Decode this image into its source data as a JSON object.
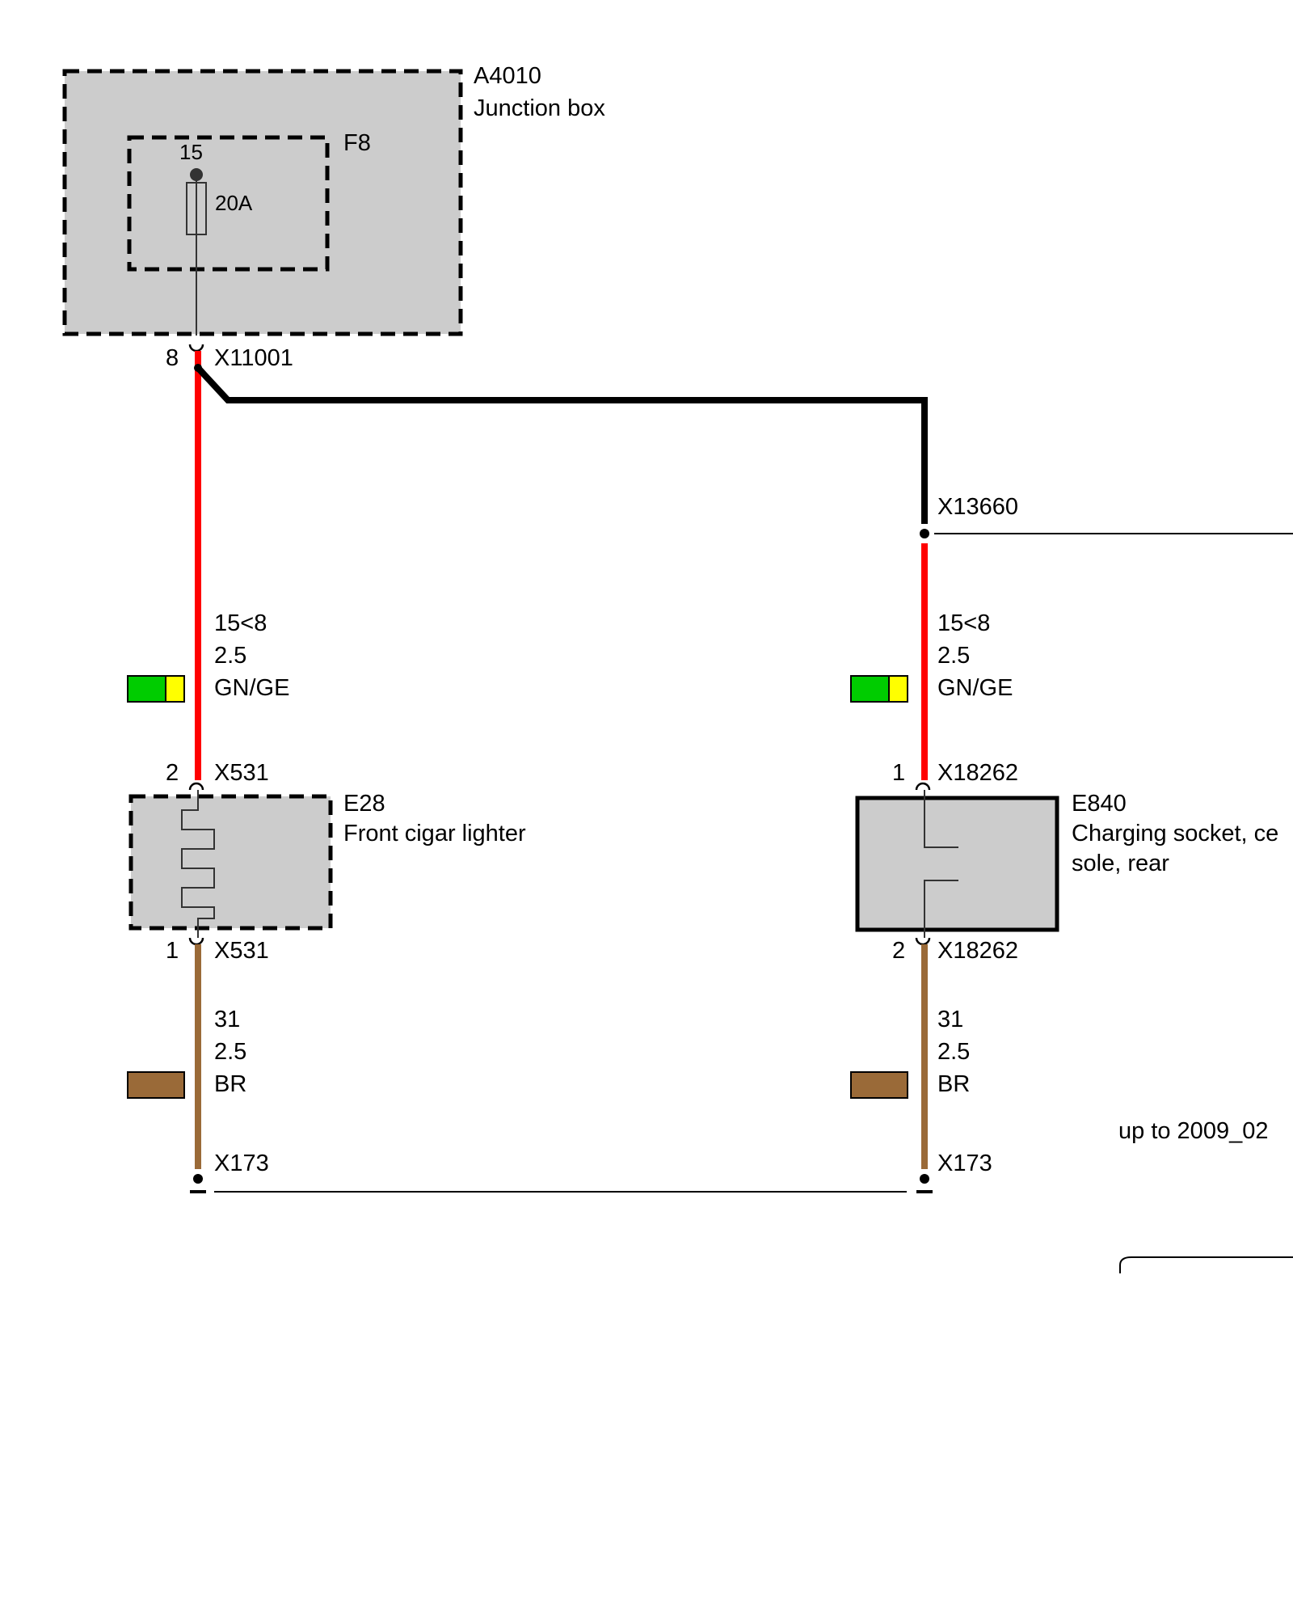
{
  "colors": {
    "wire_red": "#ff0000",
    "wire_black": "#000000",
    "wire_brown": "#9a6a38",
    "module_fill": "#cccccc",
    "swatch_green": "#00cc00",
    "swatch_yellow": "#ffff00",
    "swatch_brown": "#9a6a38"
  },
  "components": {
    "junction_box": {
      "id": "A4010",
      "name": "Junction box"
    },
    "fuse": {
      "id": "F8",
      "terminal": "15",
      "rating": "20A"
    },
    "cigar_lighter": {
      "id": "E28",
      "name": "Front cigar lighter"
    },
    "charging_socket": {
      "id": "E840",
      "name_line1": "Charging socket, ce",
      "name_line2": "sole, rear"
    }
  },
  "connectors": {
    "junction_out": {
      "pin": "8",
      "id": "X11001"
    },
    "splice": {
      "id": "X13660"
    },
    "lighter_in": {
      "pin": "2",
      "id": "X531"
    },
    "lighter_out": {
      "pin": "1",
      "id": "X531"
    },
    "socket_in": {
      "pin": "1",
      "id": "X18262"
    },
    "socket_out": {
      "pin": "2",
      "id": "X18262"
    },
    "ground_left": {
      "id": "X173"
    },
    "ground_right": {
      "id": "X173"
    }
  },
  "wires": {
    "left_supply": {
      "circuit": "15<8",
      "size": "2.5",
      "color": "GN/GE"
    },
    "right_supply": {
      "circuit": "15<8",
      "size": "2.5",
      "color": "GN/GE"
    },
    "left_ground": {
      "circuit": "31",
      "size": "2.5",
      "color": "BR"
    },
    "right_ground": {
      "circuit": "31",
      "size": "2.5",
      "color": "BR"
    }
  },
  "notes": {
    "variant": "up to 2009_02"
  }
}
